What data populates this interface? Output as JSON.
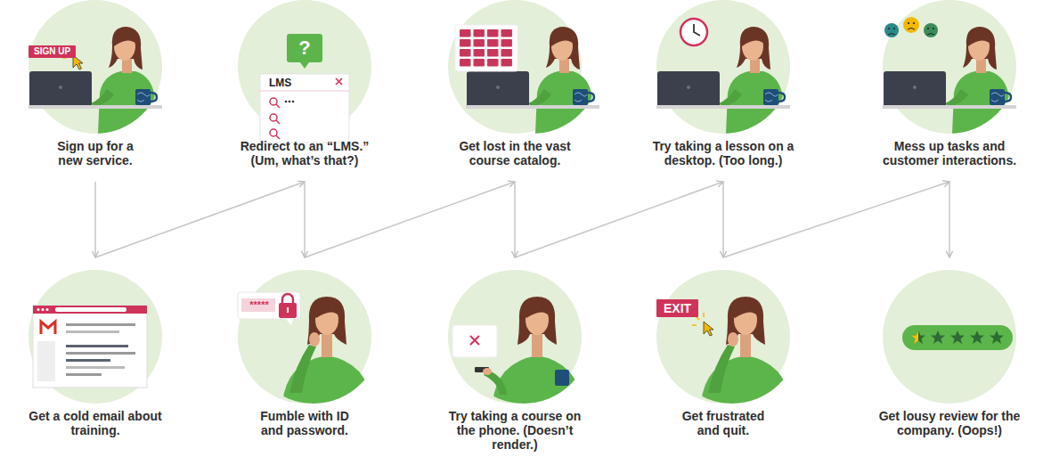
{
  "diagram": {
    "nodes": [
      {
        "text": [
          "Sign up for a new service."
        ]
      },
      {
        "text": [
          "Get a cold email about training."
        ]
      },
      {
        "text": [
          "Redirect to an “LMS.” (Um, what’s that?)"
        ]
      },
      {
        "text": [
          "Fumble with ID and password."
        ]
      },
      {
        "text": [
          "Get lost in the vast course catalog."
        ]
      },
      {
        "text": [
          "Try taking a course on the phone. (Doesn’t render.)"
        ]
      },
      {
        "text": [
          "Try taking a lesson on a desktop. (Too long.)"
        ]
      },
      {
        "text": [
          "Get frustrated and quit."
        ]
      },
      {
        "text": [
          "Mess up tasks and customer interactions."
        ]
      },
      {
        "text": [
          "Get lousy review for the company. (Oops!)"
        ]
      }
    ],
    "edges": [
      {
        "from": 0,
        "to": 1,
        "arrow": "to"
      },
      {
        "from": 1,
        "to": 2,
        "arrow": "to"
      },
      {
        "from": 2,
        "to": 3,
        "arrow": "to"
      },
      {
        "from": 3,
        "to": 4,
        "arrow": "to"
      },
      {
        "from": 4,
        "to": 5,
        "arrow": "to"
      },
      {
        "from": 5,
        "to": 6,
        "arrow": "to"
      },
      {
        "from": 6,
        "to": 7,
        "arrow": "to"
      },
      {
        "from": 7,
        "to": 8,
        "arrow": "to"
      },
      {
        "from": 8,
        "to": 9,
        "arrow": "to"
      }
    ],
    "labels": [
      "SIGN UP",
      "?",
      "LMS",
      "*****",
      "EXIT"
    ]
  }
}
